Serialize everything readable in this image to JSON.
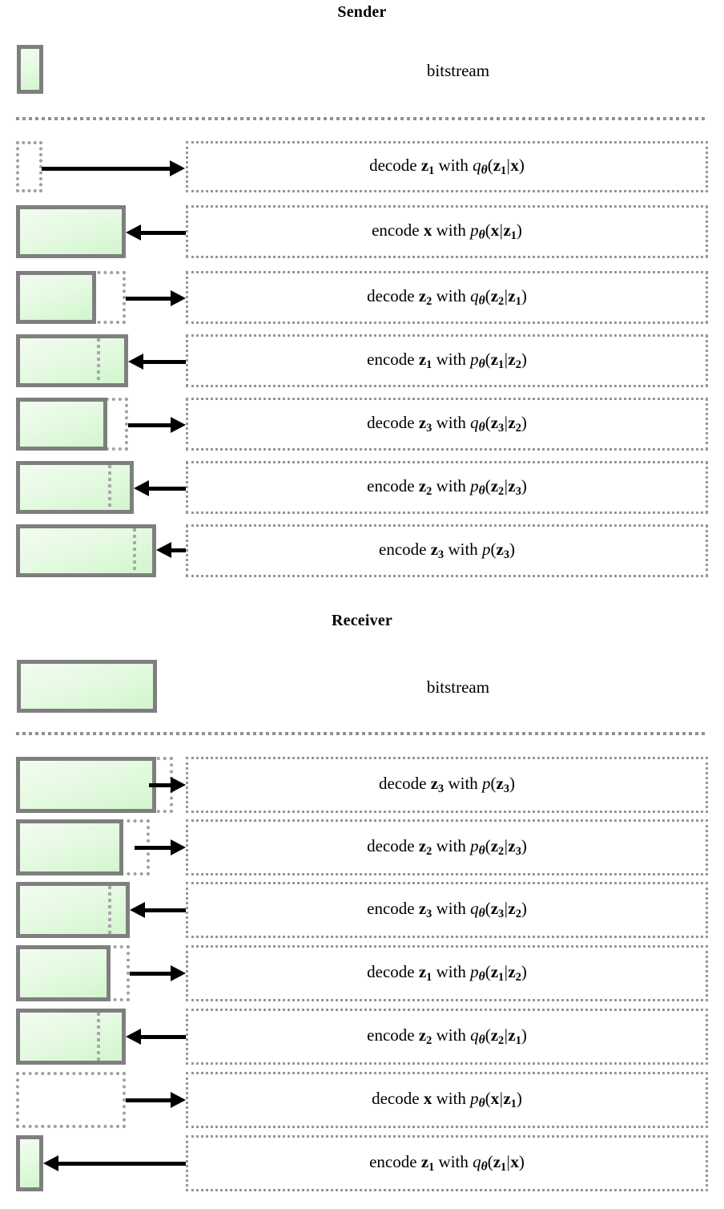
{
  "diagram": {
    "title_sender": "Sender",
    "title_receiver": "Receiver",
    "bitstream_label_sender": "bitstream",
    "bitstream_label_receiver": "bitstream",
    "colors": {
      "bitstream_fill": "#e0f8dd",
      "bitstream_border": "#7f7f7f",
      "dotted_gray": "#969696",
      "arrow": "#000000",
      "background": "#ffffff"
    },
    "sender": {
      "steps": [
        {
          "op": "decode",
          "var": "z",
          "sub": "1",
          "with": "with",
          "dist": "q",
          "theta": "θ",
          "left": "z",
          "left_sub": "1",
          "right": "x",
          "right_sub": "",
          "text": "decode z1 with qθ(z1|x)",
          "direction": "right",
          "bitstream_state": "empty"
        },
        {
          "op": "encode",
          "var": "x",
          "sub": "",
          "with": "with",
          "dist": "p",
          "theta": "θ",
          "left": "x",
          "left_sub": "",
          "right": "z",
          "right_sub": "1",
          "text": "encode x with pθ(x|z1)",
          "direction": "left",
          "bitstream_state": "grown"
        },
        {
          "op": "decode",
          "var": "z",
          "sub": "2",
          "with": "with",
          "dist": "q",
          "theta": "θ",
          "left": "z",
          "left_sub": "2",
          "right": "z",
          "right_sub": "1",
          "text": "decode z2 with qθ(z2|z1)",
          "direction": "right",
          "bitstream_state": "shrunk"
        },
        {
          "op": "encode",
          "var": "z",
          "sub": "1",
          "with": "with",
          "dist": "p",
          "theta": "θ",
          "left": "z",
          "left_sub": "1",
          "right": "z",
          "right_sub": "2",
          "text": "encode z1 with pθ(z1|z2)",
          "direction": "left",
          "bitstream_state": "grown"
        },
        {
          "op": "decode",
          "var": "z",
          "sub": "3",
          "with": "with",
          "dist": "q",
          "theta": "θ",
          "left": "z",
          "left_sub": "3",
          "right": "z",
          "right_sub": "2",
          "text": "decode z3 with qθ(z3|z2)",
          "direction": "right",
          "bitstream_state": "shrunk"
        },
        {
          "op": "encode",
          "var": "z",
          "sub": "2",
          "with": "with",
          "dist": "p",
          "theta": "θ",
          "left": "z",
          "left_sub": "2",
          "right": "z",
          "right_sub": "3",
          "text": "encode z2 with pθ(z2|z3)",
          "direction": "left",
          "bitstream_state": "grown"
        },
        {
          "op": "encode",
          "var": "z",
          "sub": "3",
          "with": "with",
          "dist": "p",
          "theta": "",
          "left": "z",
          "left_sub": "3",
          "right": "",
          "right_sub": "",
          "text": "encode z3 with p(z3)",
          "direction": "left",
          "bitstream_state": "grown"
        }
      ]
    },
    "receiver": {
      "steps": [
        {
          "op": "decode",
          "var": "z",
          "sub": "3",
          "with": "with",
          "dist": "p",
          "theta": "",
          "left": "z",
          "left_sub": "3",
          "right": "",
          "right_sub": "",
          "text": "decode z3 with p(z3)",
          "direction": "right",
          "bitstream_state": "shrunk"
        },
        {
          "op": "decode",
          "var": "z",
          "sub": "2",
          "with": "with",
          "dist": "p",
          "theta": "θ",
          "left": "z",
          "left_sub": "2",
          "right": "z",
          "right_sub": "3",
          "text": "decode z2 with pθ(z2|z3)",
          "direction": "right",
          "bitstream_state": "shrunk"
        },
        {
          "op": "encode",
          "var": "z",
          "sub": "3",
          "with": "with",
          "dist": "q",
          "theta": "θ",
          "left": "z",
          "left_sub": "3",
          "right": "z",
          "right_sub": "2",
          "text": "encode z3 with qθ(z3|z2)",
          "direction": "left",
          "bitstream_state": "grown"
        },
        {
          "op": "decode",
          "var": "z",
          "sub": "1",
          "with": "with",
          "dist": "p",
          "theta": "θ",
          "left": "z",
          "left_sub": "1",
          "right": "z",
          "right_sub": "2",
          "text": "decode z1 with pθ(z1|z2)",
          "direction": "right",
          "bitstream_state": "shrunk"
        },
        {
          "op": "encode",
          "var": "z",
          "sub": "2",
          "with": "with",
          "dist": "q",
          "theta": "θ",
          "left": "z",
          "left_sub": "2",
          "right": "z",
          "right_sub": "1",
          "text": "encode z2 with qθ(z2|z1)",
          "direction": "left",
          "bitstream_state": "grown"
        },
        {
          "op": "decode",
          "var": "x",
          "sub": "",
          "with": "with",
          "dist": "p",
          "theta": "θ",
          "left": "x",
          "left_sub": "",
          "right": "z",
          "right_sub": "1",
          "text": "decode x with pθ(x|z1)",
          "direction": "right",
          "bitstream_state": "empty"
        },
        {
          "op": "encode",
          "var": "z",
          "sub": "1",
          "with": "with",
          "dist": "q",
          "theta": "θ",
          "left": "z",
          "left_sub": "1",
          "right": "x",
          "right_sub": "",
          "text": "encode z1 with qθ(z1|x)",
          "direction": "left",
          "bitstream_state": "grown"
        }
      ]
    }
  }
}
